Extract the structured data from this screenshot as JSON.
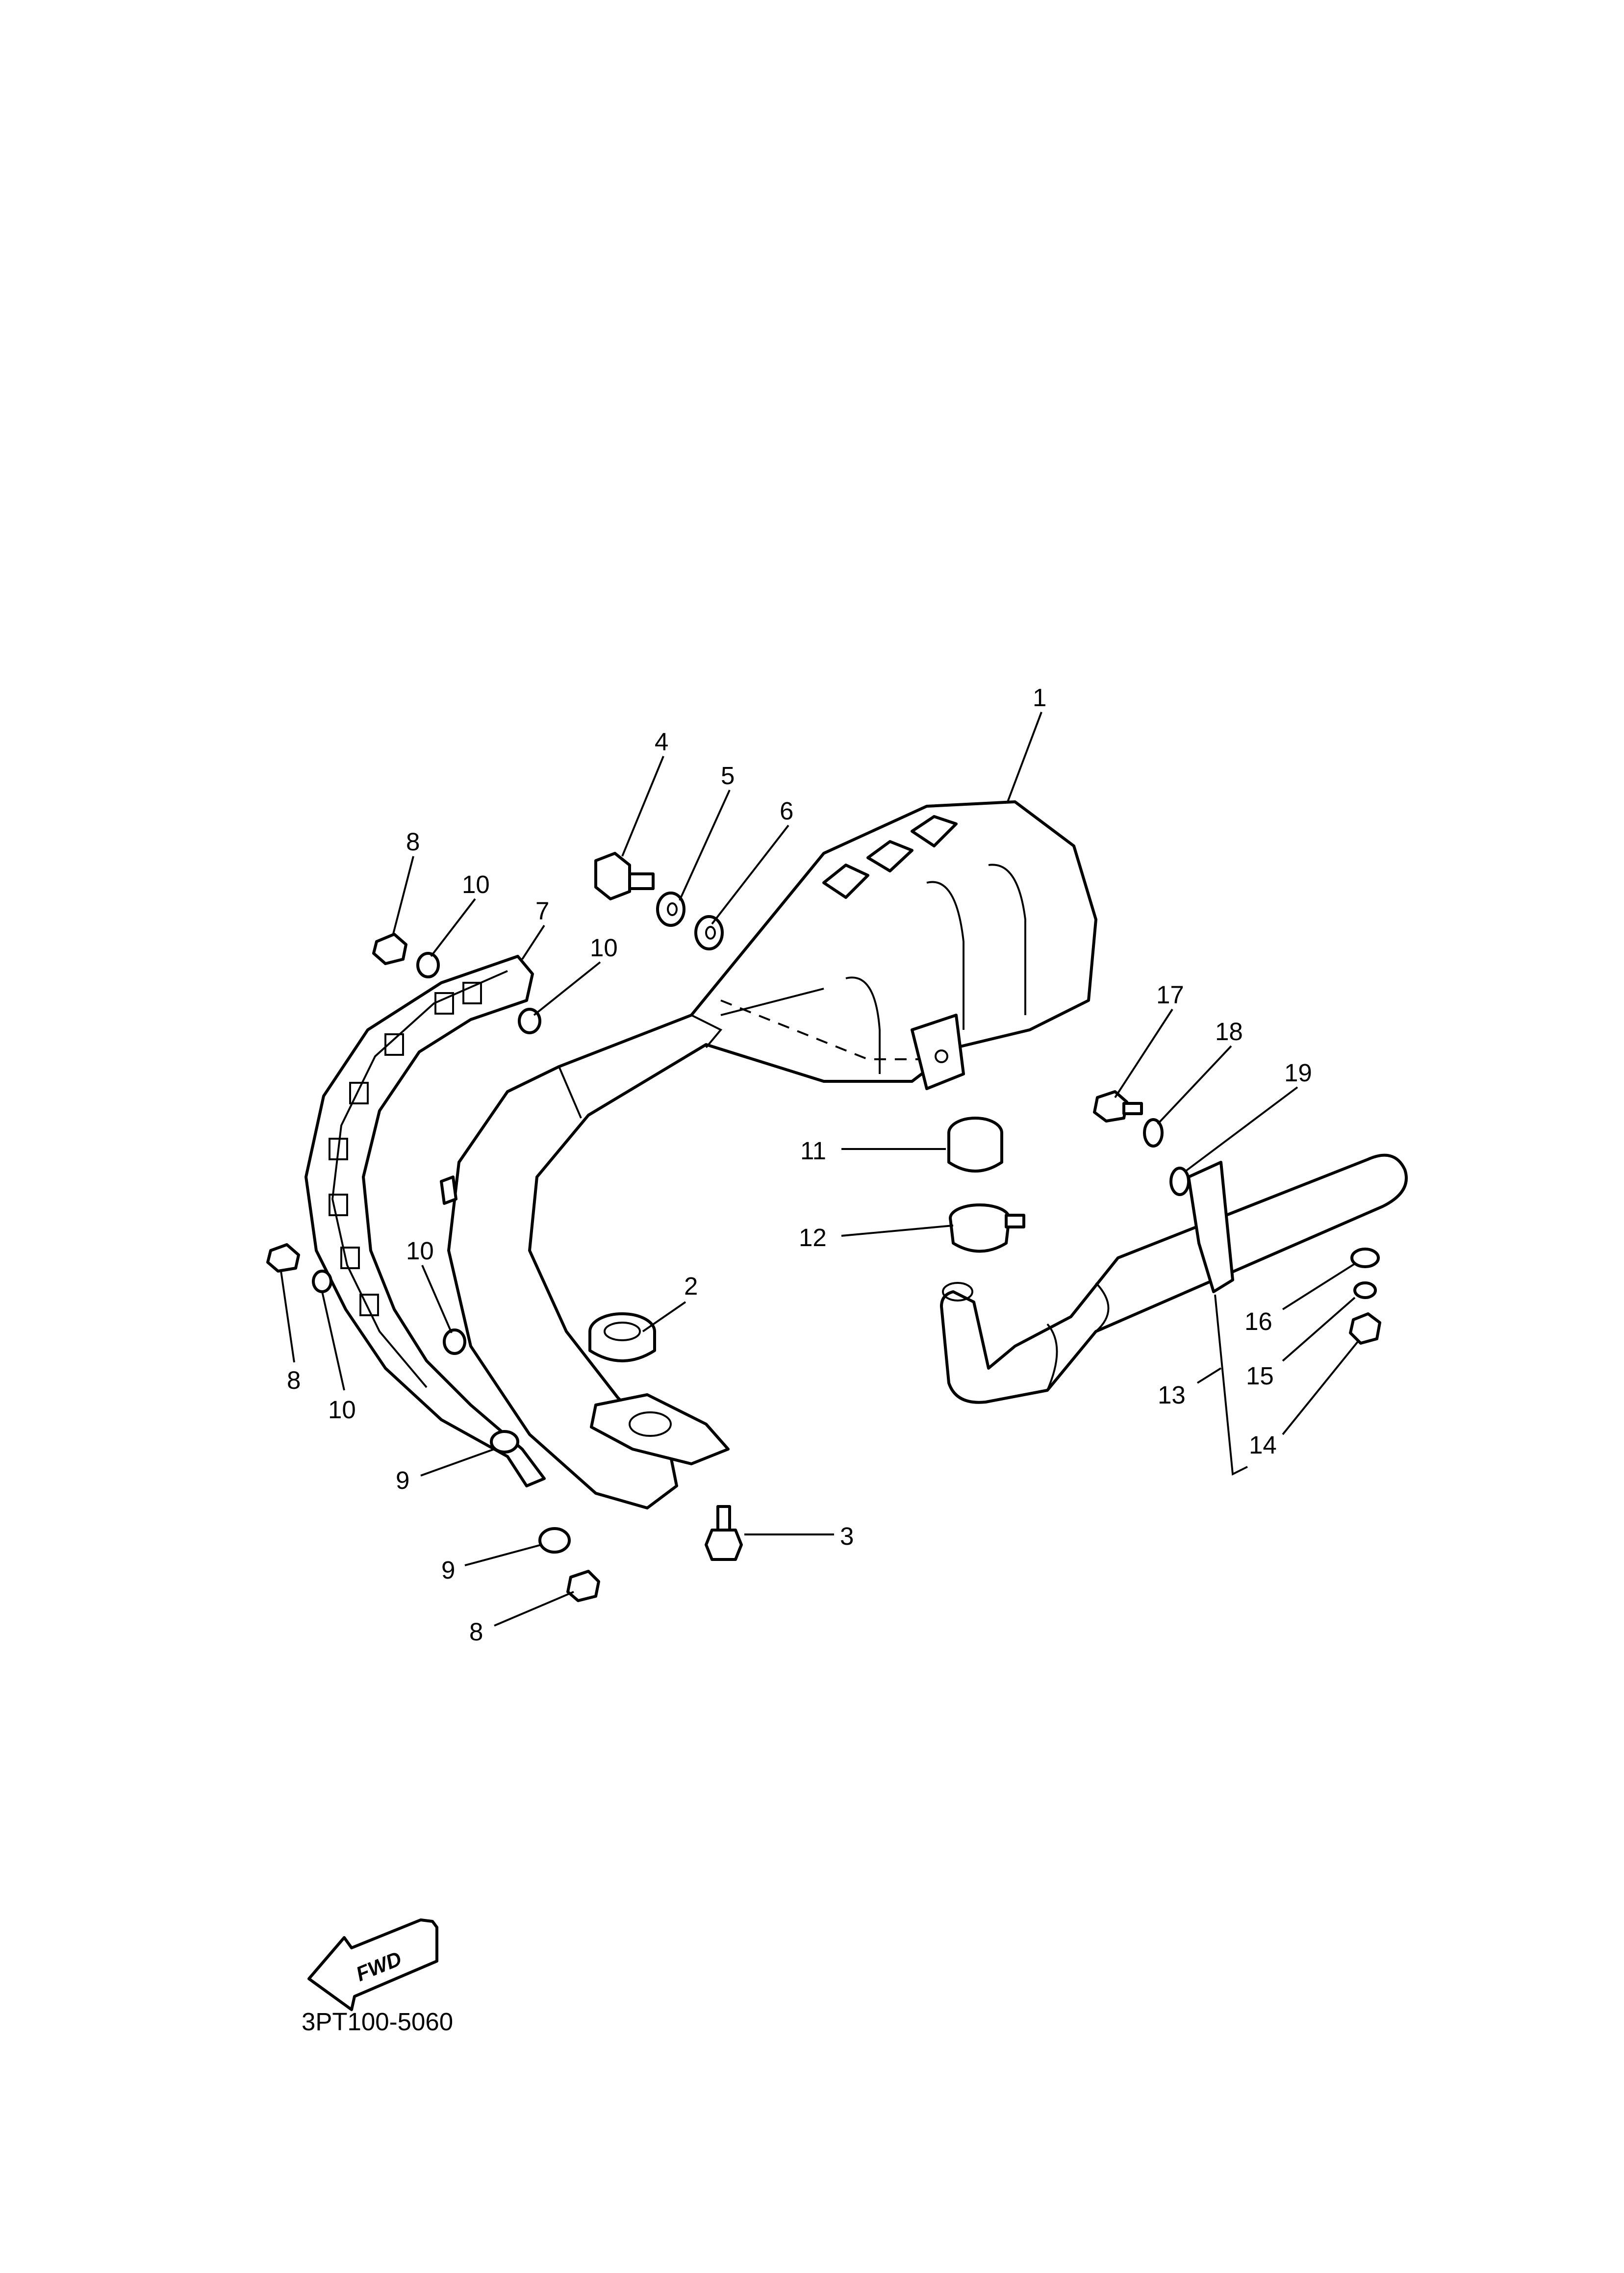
{
  "diagram": {
    "model_code": "3PT100-5060",
    "direction_badge": "FWD",
    "callouts": [
      "1",
      "2",
      "3",
      "4",
      "5",
      "6",
      "7",
      "8",
      "8",
      "8",
      "9",
      "9",
      "10",
      "10",
      "10",
      "10",
      "11",
      "12",
      "13",
      "14",
      "15",
      "16",
      "17",
      "18",
      "19"
    ]
  }
}
